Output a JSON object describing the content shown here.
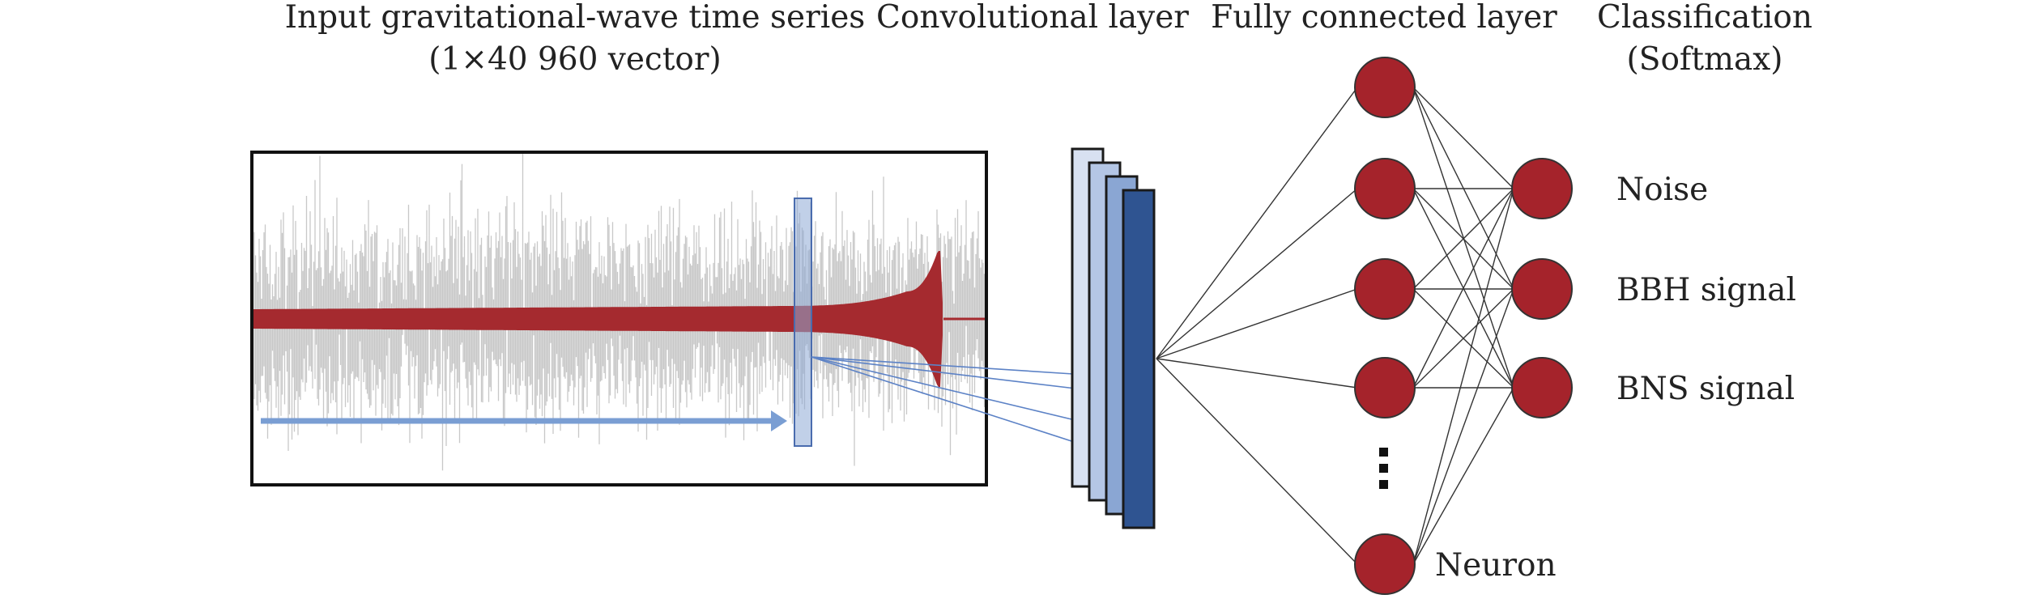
{
  "headers": {
    "input_line1": "Input gravitational-wave time series",
    "input_line2": "(1×40 960 vector)",
    "conv": "Convolutional layer",
    "fc": "Fully connected layer",
    "class_line1": "Classification",
    "class_line2": "(Softmax)"
  },
  "outputs": [
    "Noise",
    "BBH signal",
    "BNS signal"
  ],
  "neuron_label": "Neuron",
  "colors": {
    "neuron": "#a5232b",
    "neuron_stroke": "#333333",
    "noise": "#c8c8c8",
    "signal": "#a52a2f",
    "arrow": "#7a9ed3",
    "conv_layers": [
      "#d8e1f1",
      "#b4c6e5",
      "#8aa6d3",
      "#2f5491"
    ]
  }
}
